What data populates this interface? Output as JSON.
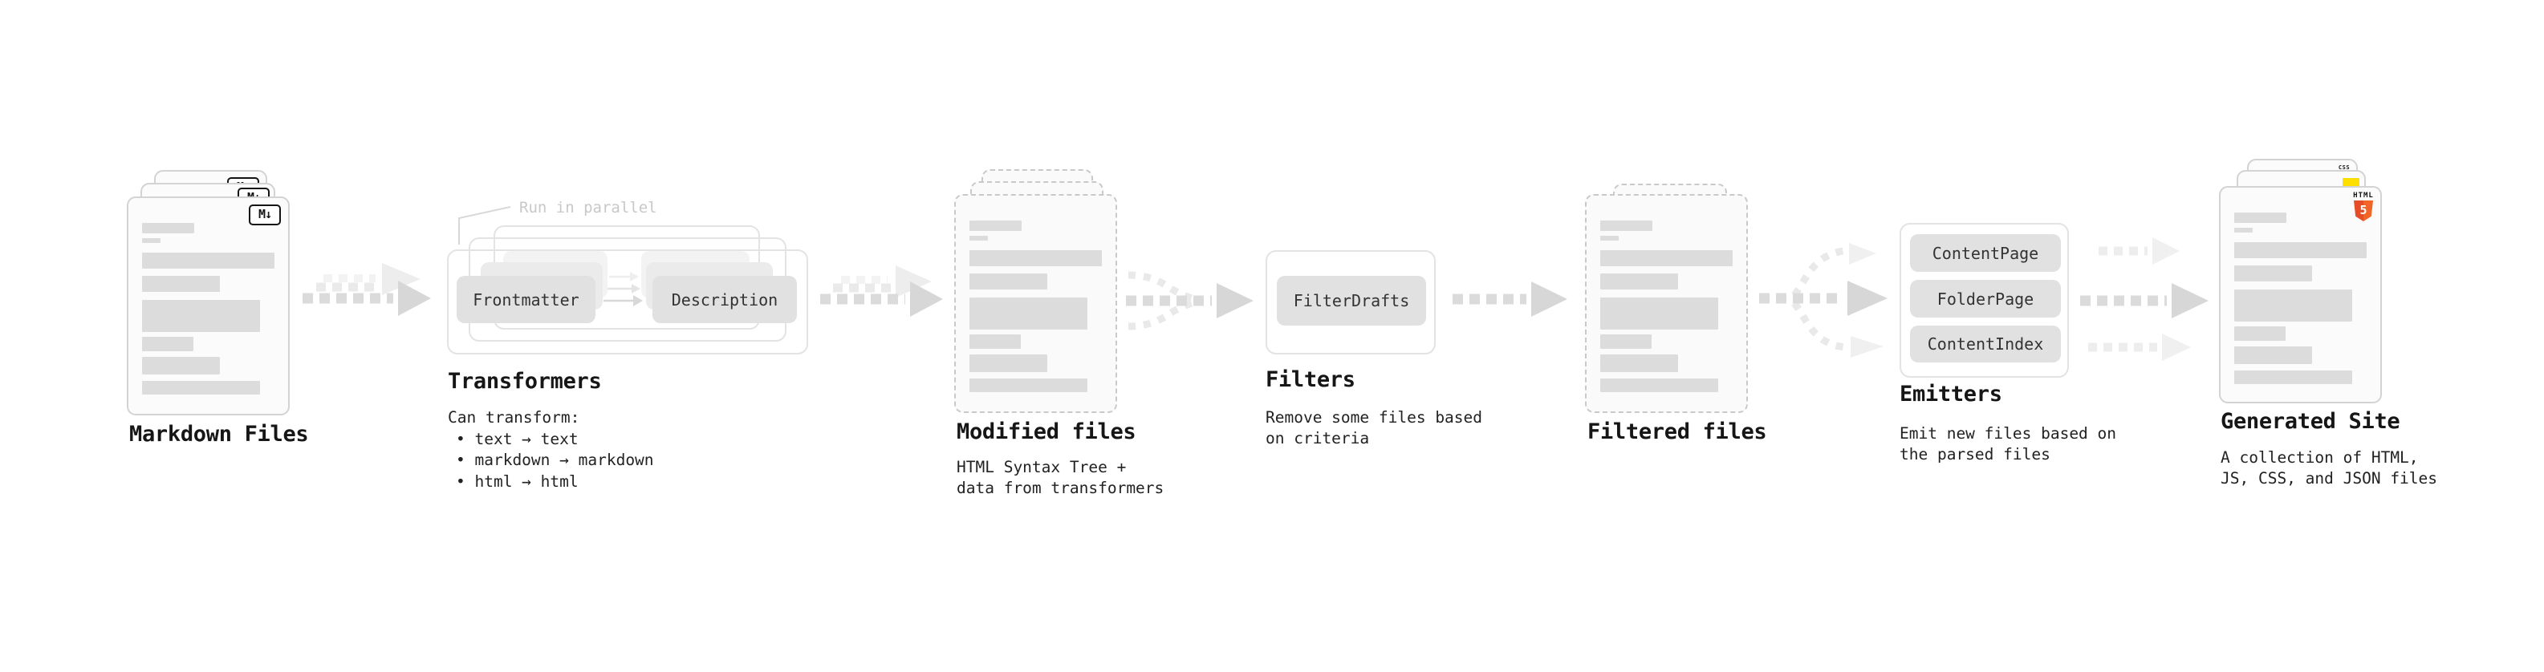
{
  "markdown_files": {
    "label": "Markdown Files",
    "file_icon": "M↓"
  },
  "transformers": {
    "label": "Transformers",
    "parallel_note": "Run in parallel",
    "source_box": "Frontmatter",
    "target_box": "Description",
    "notes": [
      "Can transform:",
      "• text → text",
      "• markdown → markdown",
      "• html → html"
    ]
  },
  "modified_files": {
    "label": "Modified files",
    "notes": [
      "HTML Syntax Tree +",
      "data from transformers"
    ]
  },
  "filters": {
    "label": "Filters",
    "filter_box": "FilterDrafts",
    "notes": [
      "Remove some files based",
      "on criteria"
    ]
  },
  "filtered_files": {
    "label": "Filtered files"
  },
  "emitters": {
    "label": "Emitters",
    "emitter_boxes": [
      "ContentPage",
      "FolderPage",
      "ContentIndex"
    ],
    "notes": [
      "Emit new files based on",
      "the parsed files"
    ]
  },
  "generated_site": {
    "label": "Generated Site",
    "notes": [
      "A collection of HTML,",
      "JS, CSS, and JSON files"
    ],
    "badges": {
      "html5": {
        "text": "HTML",
        "number": "5"
      },
      "css": {
        "text": "CSS"
      }
    }
  },
  "colors": {
    "html5_orange": "#e44d26",
    "html5_orange_light": "#f16529",
    "js_yellow": "#ffdf00",
    "css_blue": "#2965f1"
  }
}
